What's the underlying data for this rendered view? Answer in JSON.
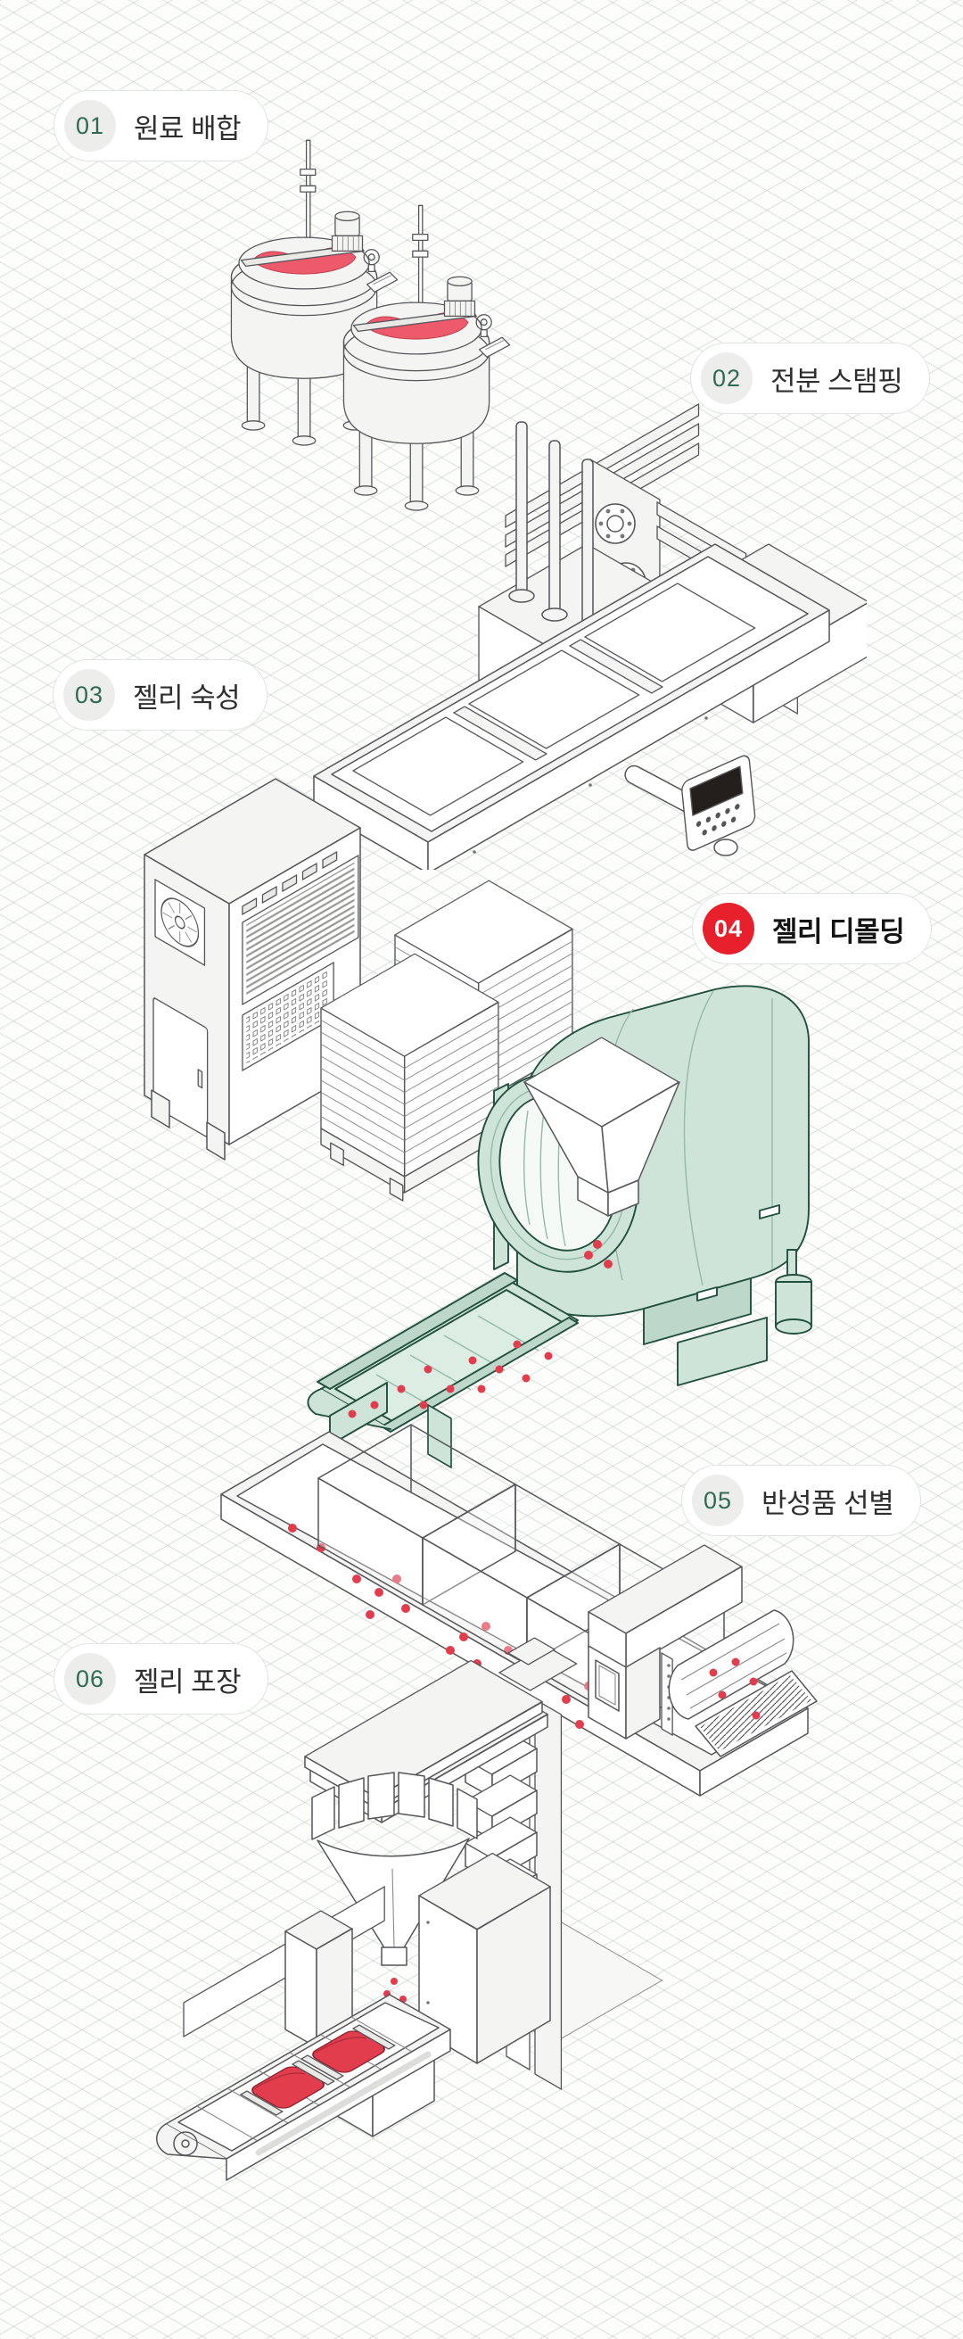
{
  "steps": [
    {
      "number": "01",
      "label": "원료 배합",
      "active": false,
      "illustration": "mixing-tanks"
    },
    {
      "number": "02",
      "label": "전분 스탬핑",
      "active": false,
      "illustration": "starch-stamping-machine"
    },
    {
      "number": "03",
      "label": "젤리 숙성",
      "active": false,
      "illustration": "aging-room"
    },
    {
      "number": "04",
      "label": "젤리 디몰딩",
      "active": true,
      "illustration": "demolding-machine"
    },
    {
      "number": "05",
      "label": "반성품 선별",
      "active": false,
      "illustration": "sorting-conveyor"
    },
    {
      "number": "06",
      "label": "젤리 포장",
      "active": false,
      "illustration": "packaging-machine"
    }
  ],
  "palette": {
    "active_badge_red": "#e8202b",
    "step_number_green": "#2e6b52",
    "badge_bg": "#ededeb",
    "pill_border": "#e1e4e1",
    "machine_highlight_mint": "#cfe4d8",
    "machine_outline_teal": "#21503e",
    "jelly_red": "#e23d4d",
    "jelly_liquid_red": "#ec5a6c",
    "mold_dot_pink": "#f3bcc2",
    "grid_line": "#e4e9e6"
  }
}
